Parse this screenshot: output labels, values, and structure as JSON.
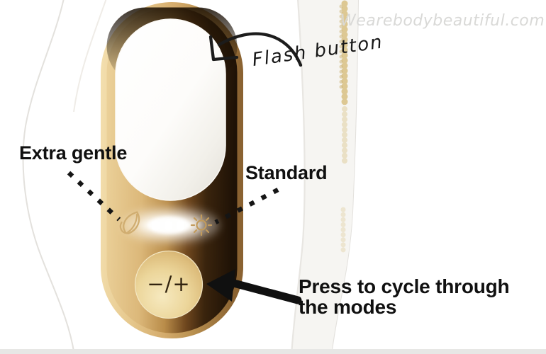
{
  "watermark": {
    "text": "Wearebodybeautiful.com",
    "color": "#d9d9d7"
  },
  "labels": {
    "flash_button": "Flash button",
    "extra_gentle": "Extra gentle",
    "standard": "Standard",
    "cycle_modes_line1": "Press to cycle through",
    "cycle_modes_line2": "the modes"
  },
  "device": {
    "mode_button_label": "−/+",
    "led_count": 3,
    "mode_icons": [
      "leaf-icon",
      "sun-icon"
    ],
    "colors": {
      "gold_light": "#f2dcab",
      "gold_mid": "#cfa76a",
      "brown_dark": "#2e1c0a",
      "led_white": "#ffffff",
      "annotation_black": "#151515",
      "body_white": "#ffffff"
    }
  }
}
